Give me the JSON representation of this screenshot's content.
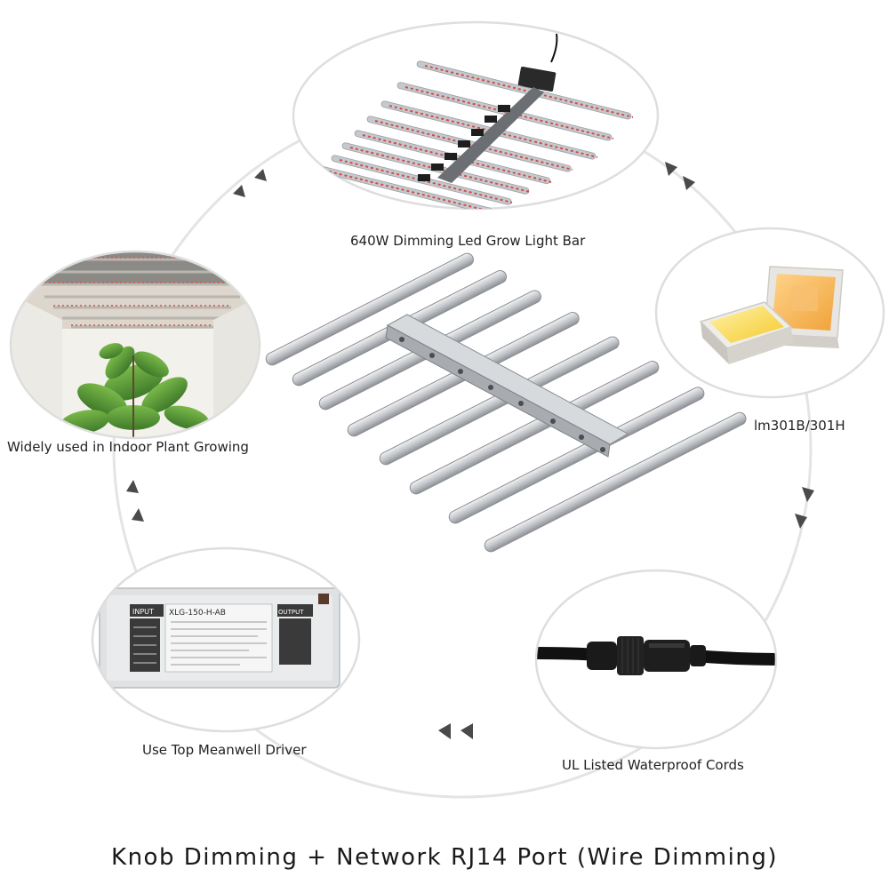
{
  "features": {
    "light_bar": {
      "caption": "640W Dimming Led Grow Light Bar"
    },
    "led_chip": {
      "caption": "lm301B/301H"
    },
    "plant_growing": {
      "caption": "Widely used in Indoor Plant Growing"
    },
    "driver": {
      "caption": "Use Top Meanwell Driver",
      "label_input": "INPUT",
      "label_output": "OUTPUT",
      "label_model": "XLG-150-H-AB"
    },
    "cords": {
      "caption": "UL Listed Waterproof Cords"
    }
  },
  "footer": {
    "text": "Knob Dimming + Network RJ14 Port  (Wire Dimming)"
  },
  "colors": {
    "circle_stroke": "#e2e2e2",
    "arrow": "#4a4a4a",
    "aluminium": "#c9ccd0",
    "led_red": "#d0504a",
    "chip_yellow": "#f7d54a",
    "chip_orange": "#f6b24a",
    "driver_label": "#3a3a3a"
  }
}
